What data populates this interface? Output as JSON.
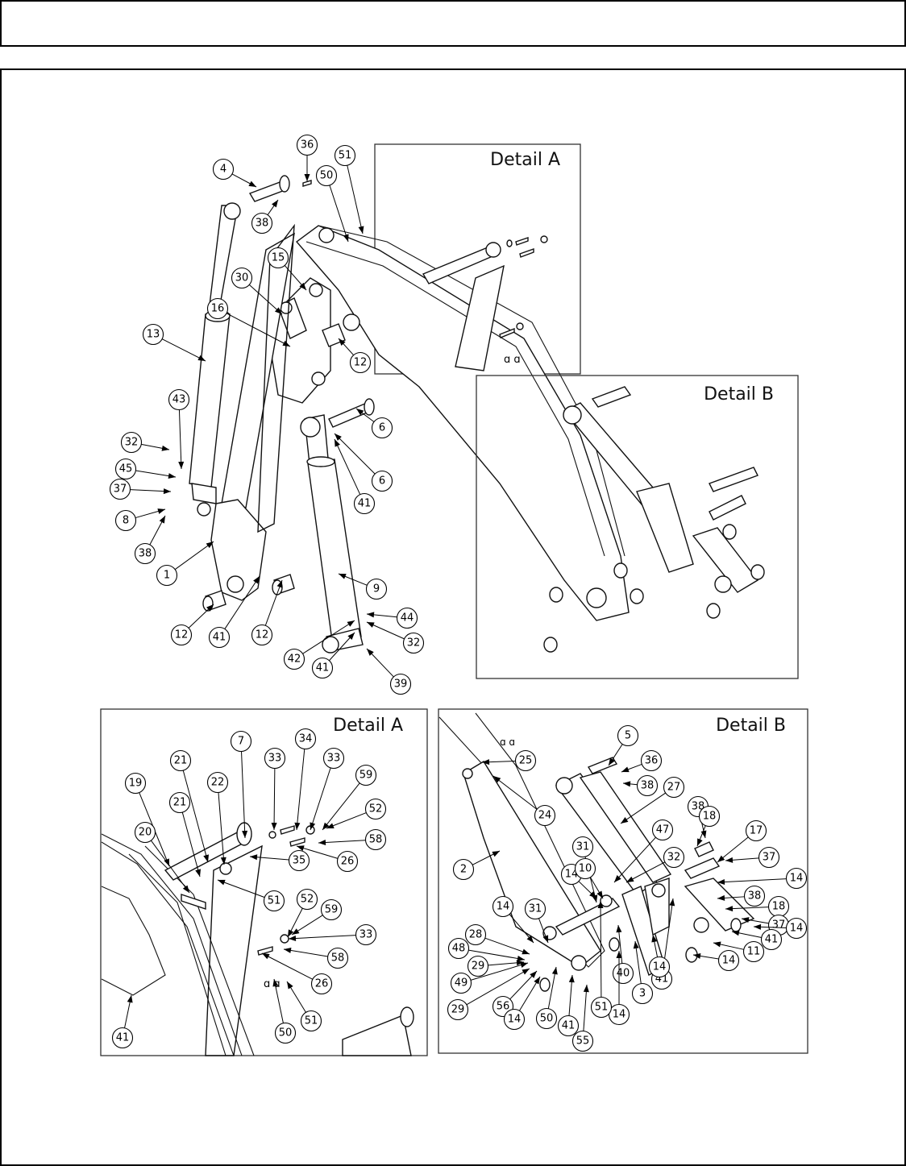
{
  "header": {
    "text": ""
  },
  "diagram": {
    "type": "exploded-parts-view",
    "subject": "loader arm assembly with lift and tilt cylinders",
    "detail_labels": {
      "overview_a": "Detail A",
      "overview_b": "Detail B",
      "panel_a": "Detail A",
      "panel_b": "Detail B"
    },
    "overview_callouts": [
      "36",
      "4",
      "51",
      "50",
      "38",
      "15",
      "30",
      "16",
      "13",
      "12",
      "43",
      "32",
      "45",
      "37",
      "8",
      "38",
      "6",
      "6",
      "41",
      "1",
      "9",
      "12",
      "41",
      "12",
      "44",
      "42",
      "32",
      "41",
      "39"
    ],
    "detail_a_callouts": [
      "7",
      "34",
      "33",
      "33",
      "21",
      "22",
      "59",
      "19",
      "21",
      "52",
      "20",
      "58",
      "35",
      "26",
      "51",
      "52",
      "59",
      "33",
      "58",
      "26",
      "41",
      "50",
      "51"
    ],
    "detail_b_callouts": [
      "5",
      "36",
      "25",
      "38",
      "27",
      "24",
      "38",
      "18",
      "47",
      "17",
      "31",
      "37",
      "2",
      "32",
      "14",
      "10",
      "14",
      "31",
      "14",
      "38",
      "18",
      "28",
      "48",
      "37",
      "14",
      "29",
      "41",
      "11",
      "49",
      "40",
      "14",
      "41",
      "29",
      "56",
      "14",
      "3",
      "14",
      "50",
      "41",
      "51",
      "14",
      "55"
    ]
  }
}
